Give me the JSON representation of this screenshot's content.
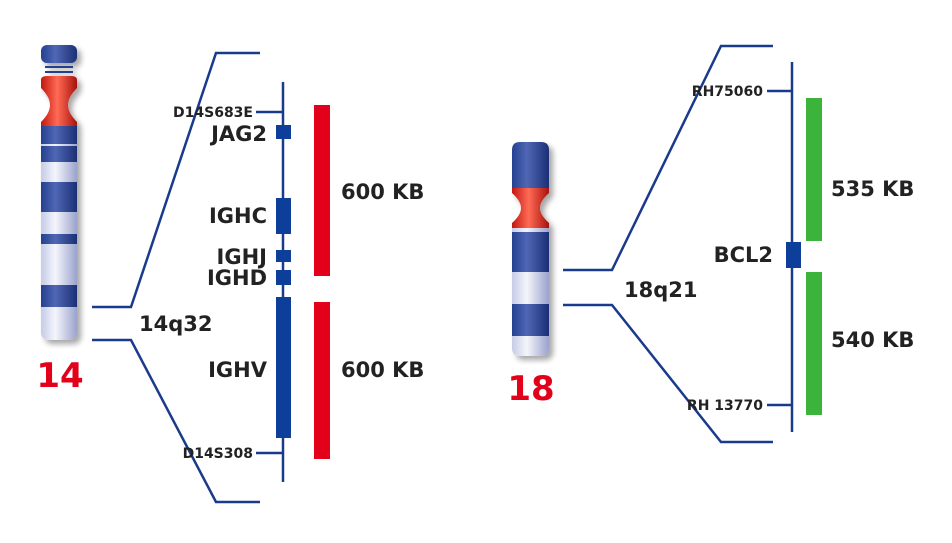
{
  "colors": {
    "line": "#1a3a8c",
    "gene_block": "#0d3e9a",
    "red_bar": "#e3001b",
    "green_bar": "#3cb43c",
    "chromosome_label": "#e3001b",
    "label_text": "#222222"
  },
  "left_panel": {
    "chromosome_number": "14",
    "band": "14q32",
    "markers": [
      "D14S683E",
      "D14S308"
    ],
    "genes": [
      "JAG2",
      "IGHC",
      "IGHJ",
      "IGHD",
      "IGHV"
    ],
    "segments": [
      "600 KB",
      "600 KB"
    ]
  },
  "right_panel": {
    "chromosome_number": "18",
    "band": "18q21",
    "markers": [
      "RH75060",
      "RH 13770"
    ],
    "genes": [
      "BCL2"
    ],
    "segments": [
      "535 KB",
      "540 KB"
    ]
  }
}
